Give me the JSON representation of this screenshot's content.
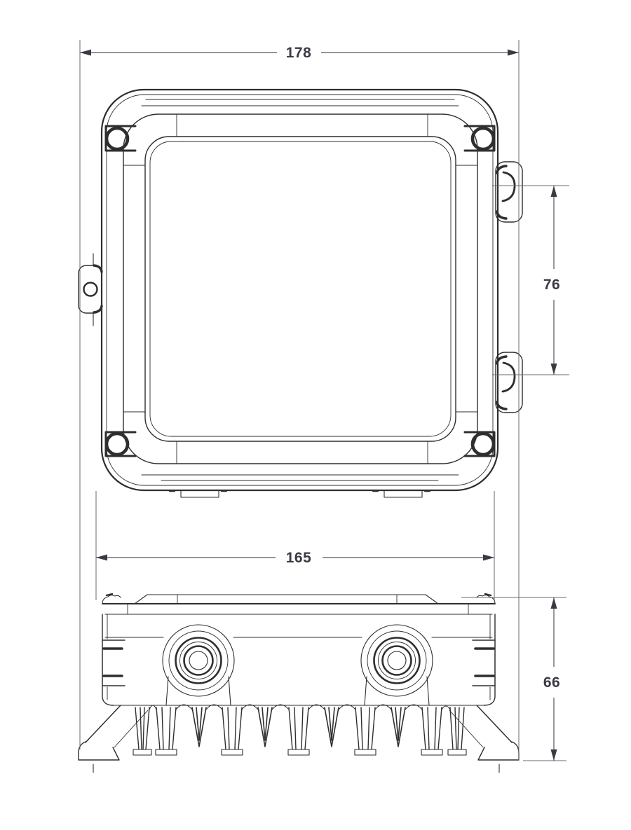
{
  "page": {
    "background": "#ffffff",
    "title": "Floodlight dimensional drawing"
  },
  "drawing": {
    "kind": "technical dimension drawing, two orthographic views",
    "subject": "square LED floodlight with mounting bracket",
    "units": "mm",
    "views": [
      {
        "id": "front",
        "label": "front view: square lens frame, four corner screws, side mounting tabs"
      },
      {
        "id": "bottom",
        "label": "bottom view: two cable glands, heatsink fins, bracket feet"
      }
    ],
    "dimensions": {
      "overall_width": "178",
      "slot_spacing": "76",
      "body_width": "165",
      "body_depth": "66"
    },
    "colors": {
      "line": "#2e2e2e",
      "dimension": "#55555c",
      "background": "#ffffff"
    }
  }
}
